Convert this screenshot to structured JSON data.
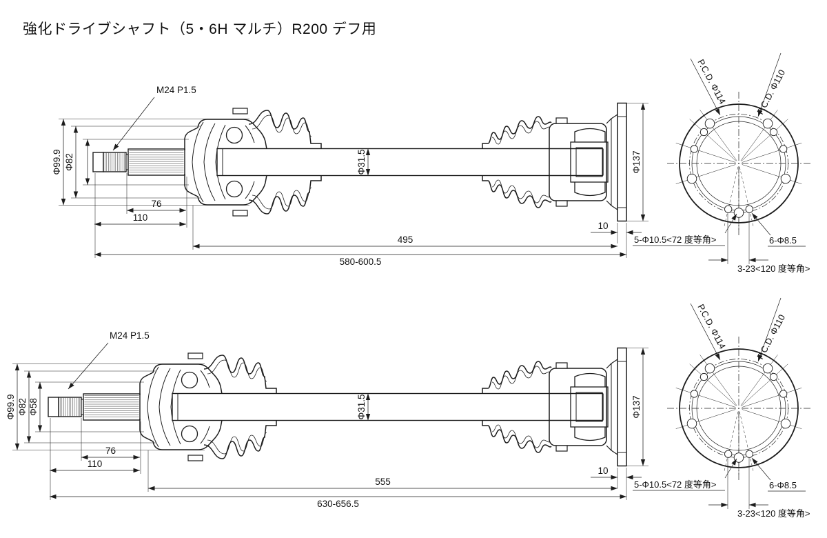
{
  "title": "強化ドライブシャフト（5・6H マルチ）R200 デフ用",
  "style": {
    "line_color": "#1c1c1c",
    "background": "#ffffff"
  },
  "drawings": [
    {
      "thread_label": "M24 P1.5",
      "dia_outer": "Φ99.9",
      "dia_mid": "Φ82",
      "dia_inner": "",
      "dia_shaft": "Φ31.5",
      "dia_flange": "Φ137",
      "dim_spline": "76",
      "dim_stub": "110",
      "dim_shaft": "495",
      "dim_overall": "580-600.5",
      "dim_flange_thickness": "10",
      "flange": {
        "pcd_a": "P.C.D. Φ114",
        "pcd_b": "P.C.D. Φ110",
        "holes_a": "5-Φ10.5<72 度等角>",
        "holes_b": "6-Φ8.5",
        "slots": "3-23<120 度等角>"
      }
    },
    {
      "thread_label": "M24 P1.5",
      "dia_outer": "Φ99.9",
      "dia_mid": "Φ82",
      "dia_inner": "Φ58",
      "dia_shaft": "Φ31.5",
      "dia_flange": "Φ137",
      "dim_spline": "76",
      "dim_stub": "110",
      "dim_shaft": "555",
      "dim_overall": "630-656.5",
      "dim_flange_thickness": "10",
      "flange": {
        "pcd_a": "P.C.D. Φ114",
        "pcd_b": "P.C.D. Φ110",
        "holes_a": "5-Φ10.5<72 度等角>",
        "holes_b": "6-Φ8.5",
        "slots": "3-23<120 度等角>"
      }
    }
  ]
}
